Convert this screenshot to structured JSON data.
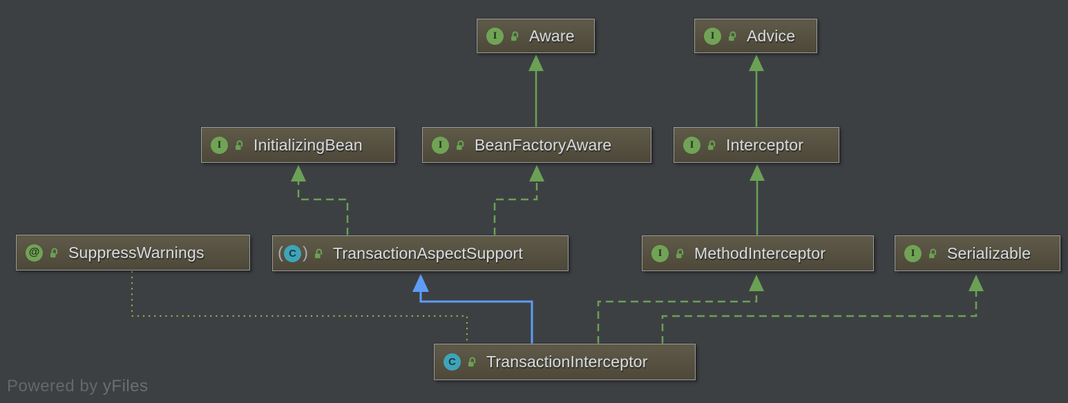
{
  "diagram": {
    "type": "uml-class-diagram",
    "watermark": {
      "text": "Powered by ",
      "brand": "yFiles"
    },
    "colors": {
      "background": "#3d4043",
      "node_fill": "#555040",
      "node_border": "#9f9f9f",
      "node_text": "#d6dbe1",
      "edge_green": "#6ba154",
      "edge_blue": "#5e9cf7",
      "edge_yellow": "#a8a93a",
      "interface_icon": "#71a356",
      "class_icon": "#3fa4b8"
    },
    "nodes": [
      {
        "id": "aware",
        "label": "Aware",
        "kind": "interface",
        "icon_letter": "I",
        "visibility": "public"
      },
      {
        "id": "advice",
        "label": "Advice",
        "kind": "interface",
        "icon_letter": "I",
        "visibility": "public"
      },
      {
        "id": "initializing-bean",
        "label": "InitializingBean",
        "kind": "interface",
        "icon_letter": "I",
        "visibility": "public"
      },
      {
        "id": "bean-factory-aware",
        "label": "BeanFactoryAware",
        "kind": "interface",
        "icon_letter": "I",
        "visibility": "public"
      },
      {
        "id": "interceptor",
        "label": "Interceptor",
        "kind": "interface",
        "icon_letter": "I",
        "visibility": "public"
      },
      {
        "id": "suppress-warnings",
        "label": "SuppressWarnings",
        "kind": "annotation",
        "icon_letter": "@",
        "visibility": "public"
      },
      {
        "id": "transaction-aspect-support",
        "label": "TransactionAspectSupport",
        "kind": "abstract-class",
        "icon_letter": "C",
        "paren_l": "(",
        "paren_r": ")",
        "visibility": "public"
      },
      {
        "id": "method-interceptor",
        "label": "MethodInterceptor",
        "kind": "interface",
        "icon_letter": "I",
        "visibility": "public"
      },
      {
        "id": "serializable",
        "label": "Serializable",
        "kind": "interface",
        "icon_letter": "I",
        "visibility": "public"
      },
      {
        "id": "transaction-interceptor",
        "label": "TransactionInterceptor",
        "kind": "class",
        "icon_letter": "C",
        "visibility": "public"
      }
    ],
    "edges": [
      {
        "from": "BeanFactoryAware",
        "to": "Aware",
        "relation": "extends",
        "line": "solid",
        "color": "green"
      },
      {
        "from": "Interceptor",
        "to": "Advice",
        "relation": "extends",
        "line": "solid",
        "color": "green"
      },
      {
        "from": "MethodInterceptor",
        "to": "Interceptor",
        "relation": "extends",
        "line": "solid",
        "color": "green"
      },
      {
        "from": "TransactionAspectSupport",
        "to": "InitializingBean",
        "relation": "implements",
        "line": "dashed",
        "color": "green"
      },
      {
        "from": "TransactionAspectSupport",
        "to": "BeanFactoryAware",
        "relation": "implements",
        "line": "dashed",
        "color": "green"
      },
      {
        "from": "TransactionInterceptor",
        "to": "TransactionAspectSupport",
        "relation": "extends",
        "line": "solid",
        "color": "blue"
      },
      {
        "from": "TransactionInterceptor",
        "to": "MethodInterceptor",
        "relation": "implements",
        "line": "dashed",
        "color": "green"
      },
      {
        "from": "TransactionInterceptor",
        "to": "Serializable",
        "relation": "implements",
        "line": "dashed",
        "color": "green"
      },
      {
        "from": "SuppressWarnings",
        "to": "TransactionInterceptor",
        "relation": "annotated-by",
        "line": "dotted",
        "color": "yellow"
      }
    ]
  }
}
